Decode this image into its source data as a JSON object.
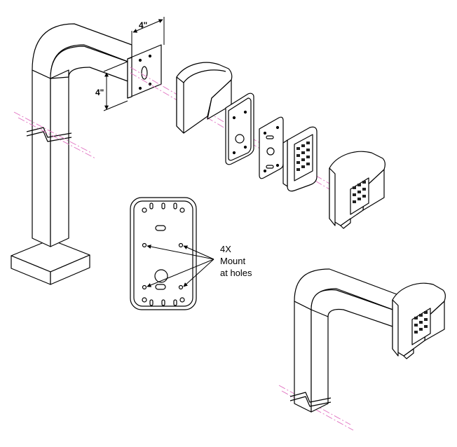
{
  "dimensions": {
    "width_label": "4\"",
    "height_label": "4\""
  },
  "callout": {
    "line1": "4X",
    "line2": "Mount",
    "line3": "at holes"
  }
}
